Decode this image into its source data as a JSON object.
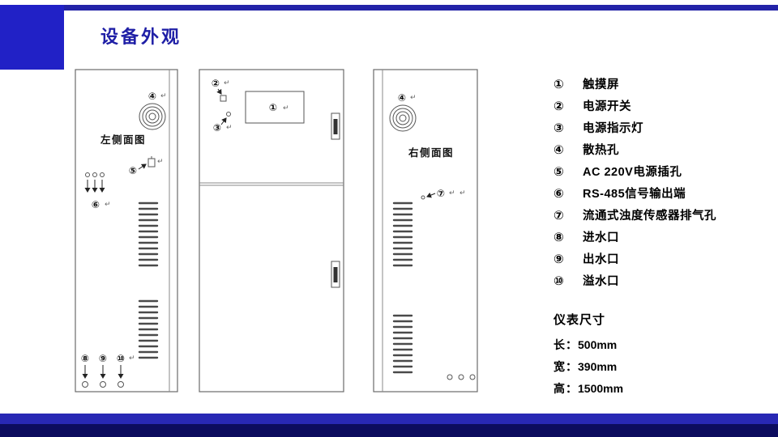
{
  "slide": {
    "title": "设备外观"
  },
  "marks": {
    "ret": "↵"
  },
  "views": {
    "left_label": "左侧面图",
    "right_label": "右侧面图"
  },
  "callouts": {
    "n1": "①",
    "n2": "②",
    "n3": "③",
    "n4": "④",
    "n5": "⑤",
    "n6": "⑥",
    "n7": "⑦",
    "n8": "⑧",
    "n9": "⑨",
    "n10": "⑩"
  },
  "legend": {
    "items": [
      {
        "num": "①",
        "label": "触摸屏"
      },
      {
        "num": "②",
        "label": "电源开关"
      },
      {
        "num": "③",
        "label": "电源指示灯"
      },
      {
        "num": "④",
        "label": "散热孔"
      },
      {
        "num": "⑤",
        "label": "AC 220V电源插孔"
      },
      {
        "num": "⑥",
        "label": "RS-485信号输出端"
      },
      {
        "num": "⑦",
        "label": "流通式浊度传感器排气孔"
      },
      {
        "num": "⑧",
        "label": "进水口"
      },
      {
        "num": "⑨",
        "label": "出水口"
      },
      {
        "num": "⑩",
        "label": "溢水口"
      }
    ]
  },
  "dimensions": {
    "title": "仪表尺寸",
    "rows": [
      {
        "label": "长：",
        "value": "500mm"
      },
      {
        "label": "宽：",
        "value": "390mm"
      },
      {
        "label": "高：",
        "value": "1500mm"
      }
    ]
  }
}
